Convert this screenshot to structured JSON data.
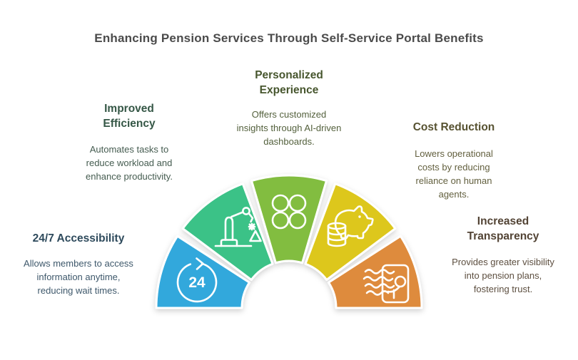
{
  "title": {
    "text": "Enhancing Pension Services Through Self-Service Portal Benefits",
    "color": "#4b4b4b"
  },
  "benefits": [
    {
      "id": "accessibility",
      "heading": "24/7 Accessibility",
      "body": "Allows members to access information anytime, reducing wait times.",
      "segment_color": "#31a8dc",
      "heading_color": "#2e4a5c",
      "body_color": "#3e586b",
      "icon": "clock-24-7-icon",
      "icon_label": "24"
    },
    {
      "id": "efficiency",
      "heading": "Improved Efficiency",
      "body": "Automates tasks to reduce workload and enhance productivity.",
      "segment_color": "#3ac287",
      "heading_color": "#355746",
      "body_color": "#455c50",
      "icon": "robot-arm-icon"
    },
    {
      "id": "personalized",
      "heading": "Personalized Experience",
      "body": "Offers customized insights through AI-driven dashboards.",
      "segment_color": "#82bd41",
      "heading_color": "#47562e",
      "body_color": "#53603c",
      "icon": "dashboard-circles-icon"
    },
    {
      "id": "cost",
      "heading": "Cost Reduction",
      "body": "Lowers operational costs by reducing reliance on human agents.",
      "segment_color": "#ddc71f",
      "heading_color": "#575231",
      "body_color": "#63603f",
      "icon": "piggy-bank-icon"
    },
    {
      "id": "transparency",
      "heading": "Increased Transparency",
      "body": "Provides greater visibility into pension plans, fostering trust.",
      "segment_color": "#de8b3c",
      "heading_color": "#524334",
      "body_color": "#5d4f40",
      "icon": "document-transparency-icon"
    }
  ]
}
